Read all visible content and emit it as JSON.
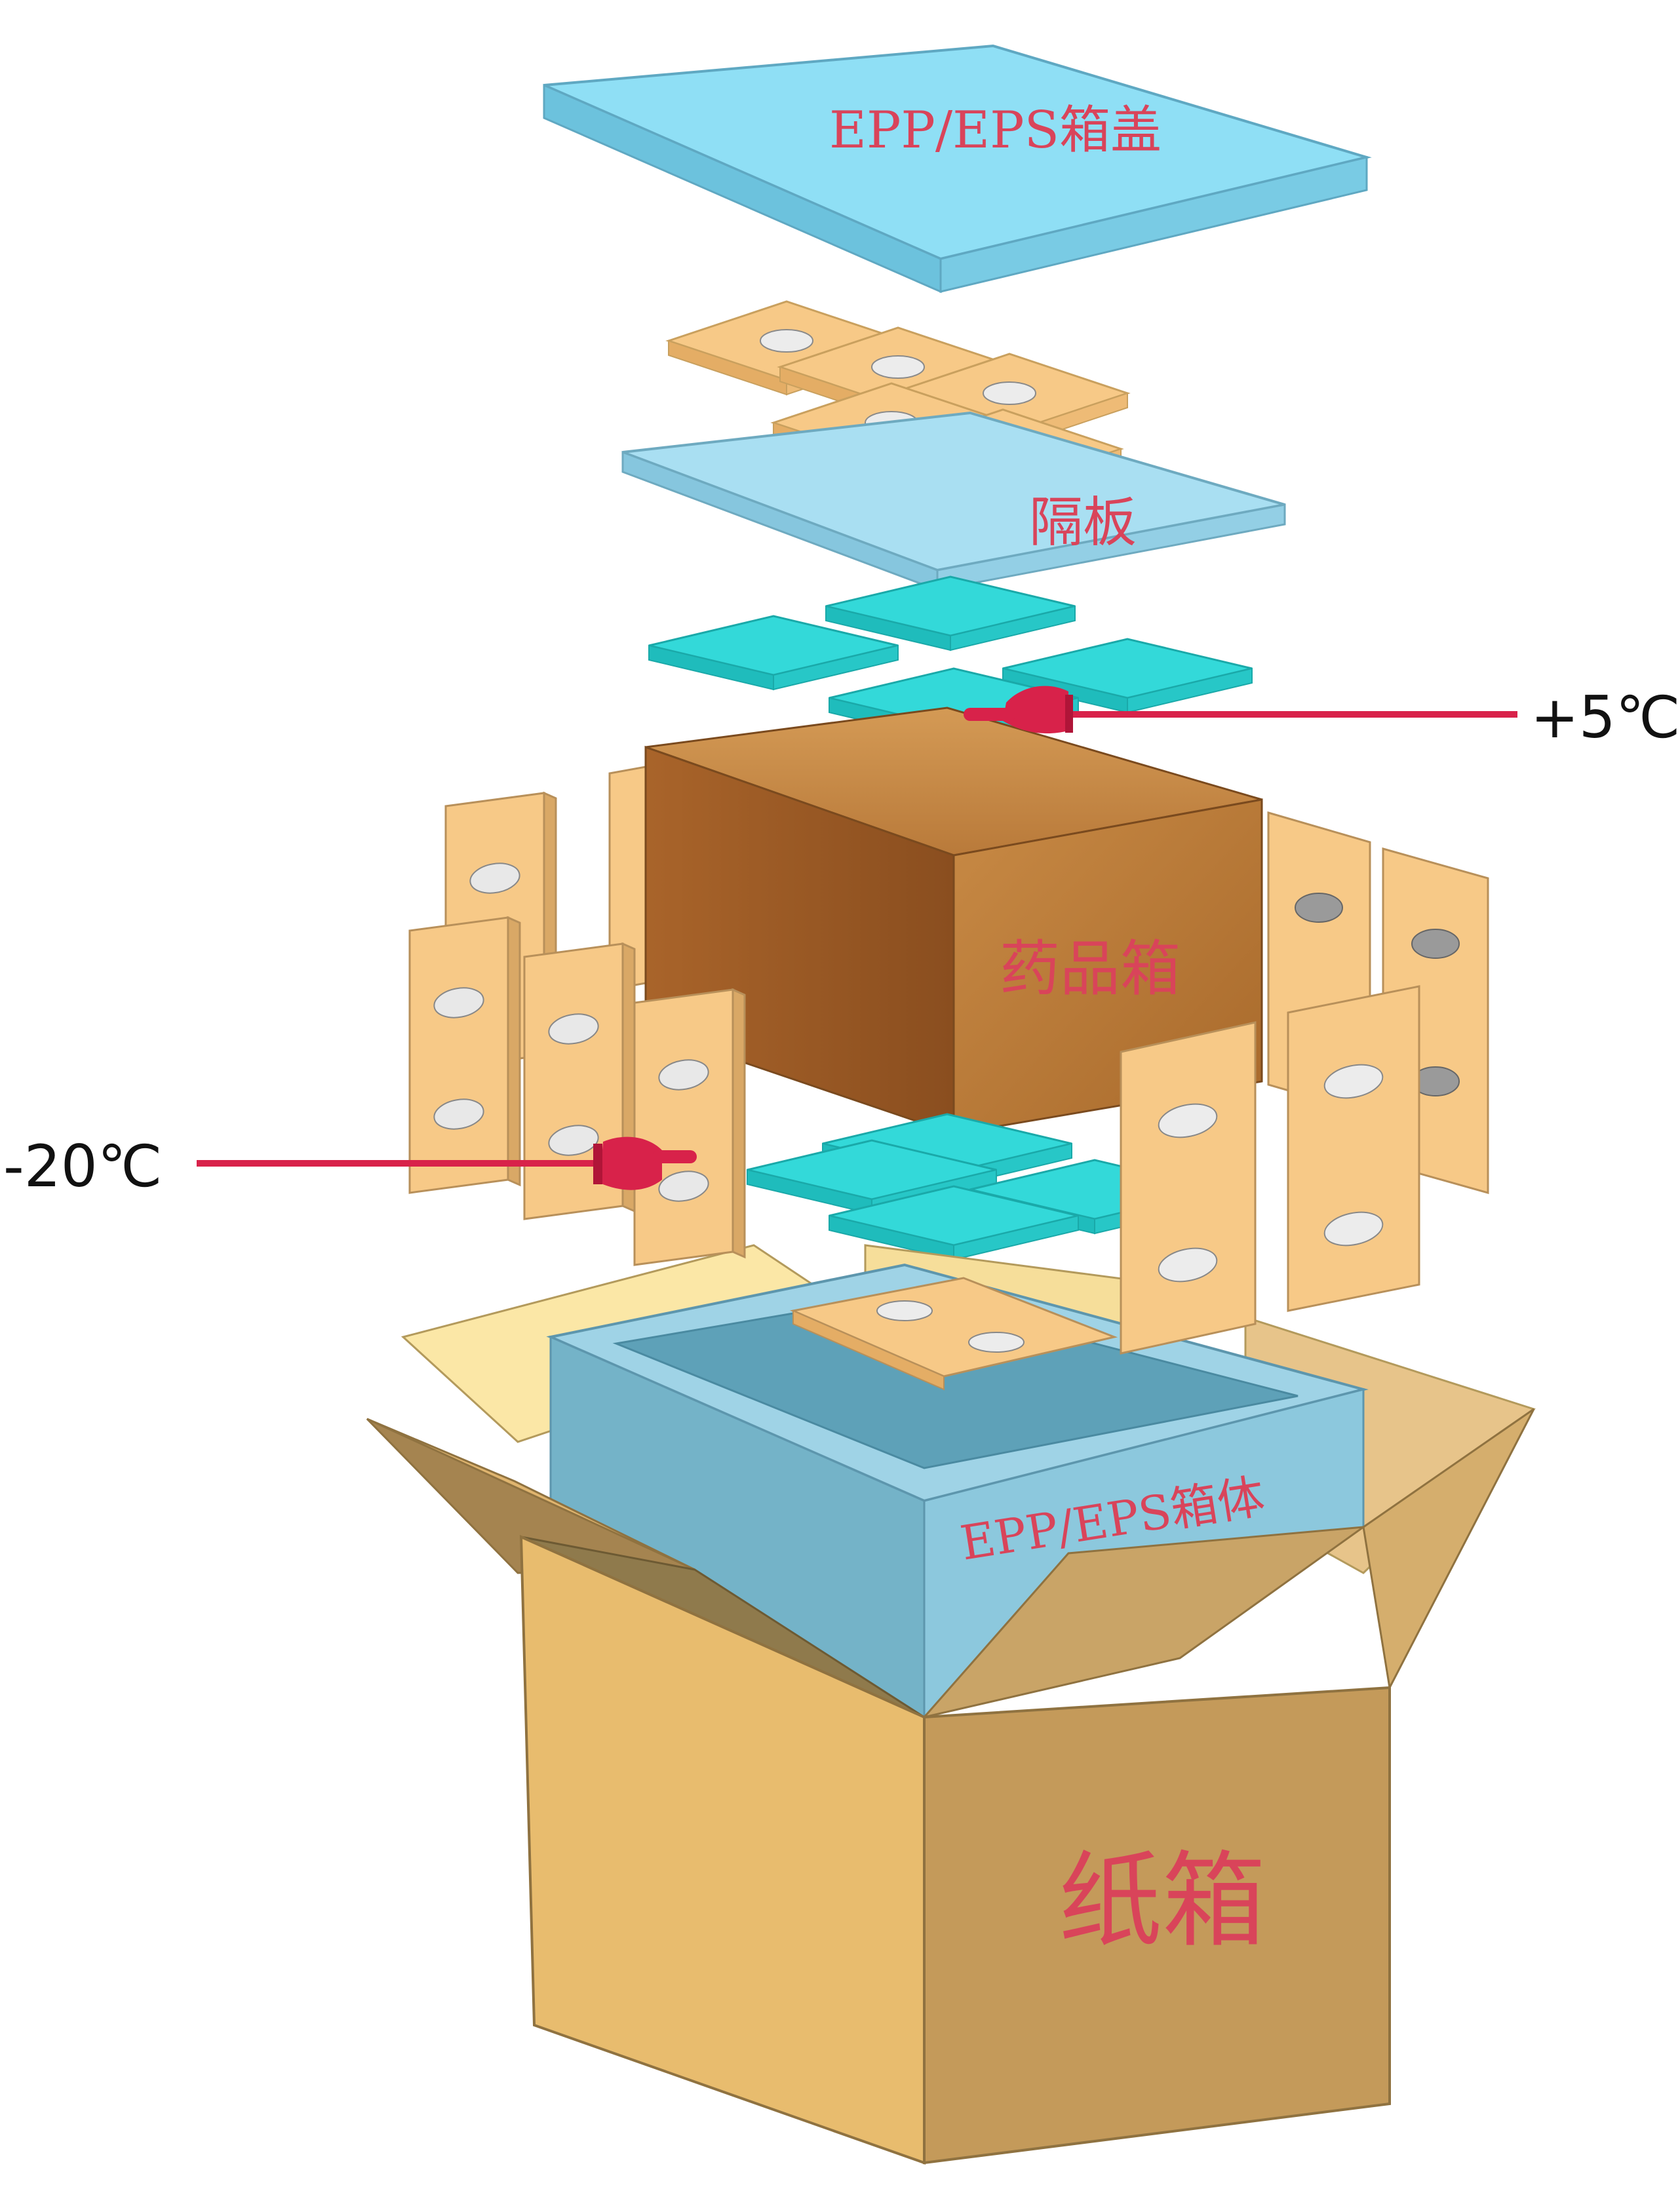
{
  "labels": {
    "lid": "EPP/EPS箱盖",
    "divider": "隔板",
    "medicine_box": "药品箱",
    "insulated_body": "EPP/EPS箱体",
    "carton": "纸箱"
  },
  "temperatures": {
    "upper": "+5℃",
    "lower": "-20℃"
  },
  "colors": {
    "epp_blue": "#8fd6ef",
    "ice_pack_cyan": "#33d9d9",
    "panel_tan": "#f7c987",
    "cardboard": "#c9a467",
    "medicine_box": "#b8742f",
    "label_red": "#d9445a",
    "pointer_red": "#d8224a"
  }
}
